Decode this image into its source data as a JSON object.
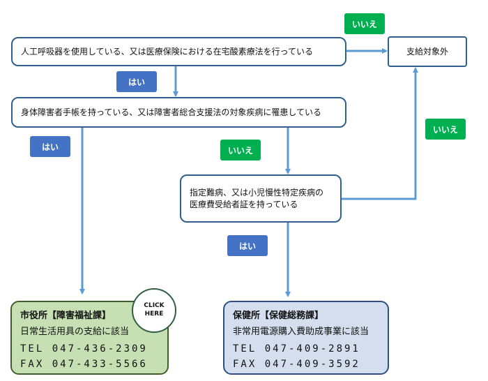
{
  "colors": {
    "arrow": "#5b9bd5",
    "box_border": "#2f5f8f",
    "tag_yes": "#4472c4",
    "tag_no": "#00b050",
    "contact_city_fill": "#c6e0b4",
    "contact_health_fill": "#d5deee"
  },
  "questions": {
    "q1": "人工呼吸器を使用している、又は医療保険における在宅酸素療法を行っている",
    "q2": "身体障害者手帳を持っている、又は障害者総合支援法の対象疾病に罹患している",
    "q3_line1": "指定難病、又は小児慢性特定疾病の",
    "q3_line2": "医療費受給者証を持っている"
  },
  "outcome_not_eligible": "支給対象外",
  "tags": {
    "no_top": "いいえ",
    "yes_q1": "はい",
    "yes_q2": "はい",
    "no_q2": "いいえ",
    "no_q3": "いいえ",
    "yes_q3": "はい"
  },
  "contacts": {
    "city": {
      "dept": "市役所【障害福祉課】",
      "service": "日常生活用具の支給に該当",
      "tel": "TEL 047-436-2309",
      "fax": "FAX 047-433-5566"
    },
    "health": {
      "dept": "保健所【保健総務課】",
      "service": "非常用電源購入費助成事業に該当",
      "tel": "TEL 047-409-2891",
      "fax": "FAX 047-409-3592"
    }
  },
  "click_here": {
    "line1": "CLICK",
    "line2": "HERE"
  }
}
